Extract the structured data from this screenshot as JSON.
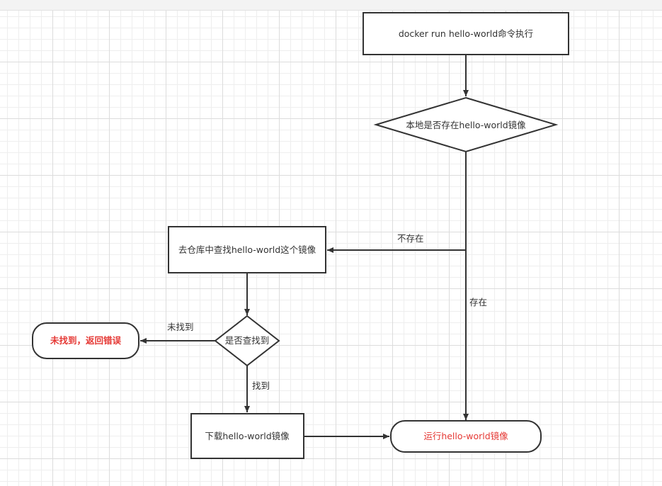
{
  "nodes": {
    "start": {
      "label": "docker run hello-world命令执行",
      "shape": "rectangle"
    },
    "local_check": {
      "label": "本地是否存在hello-world镜像",
      "shape": "diamond"
    },
    "search_repo": {
      "label": "去仓库中查找hello-world这个镜像",
      "shape": "rectangle"
    },
    "found_check": {
      "label": "是否查找到",
      "shape": "diamond"
    },
    "not_found": {
      "label": "未找到，返回错误",
      "shape": "rounded-rectangle",
      "color": "#e53935"
    },
    "download": {
      "label": "下载hello-world镜像",
      "shape": "rectangle"
    },
    "run": {
      "label": "运行hello-world镜像",
      "shape": "rounded-rectangle",
      "color": "#e53935"
    }
  },
  "edges": {
    "not_exist": {
      "label": "不存在"
    },
    "exist": {
      "label": "存在"
    },
    "not_found": {
      "label": "未找到"
    },
    "found": {
      "label": "找到"
    }
  },
  "colors": {
    "stroke": "#333333",
    "error_text": "#e53935",
    "grid": "#dcdcdc"
  }
}
